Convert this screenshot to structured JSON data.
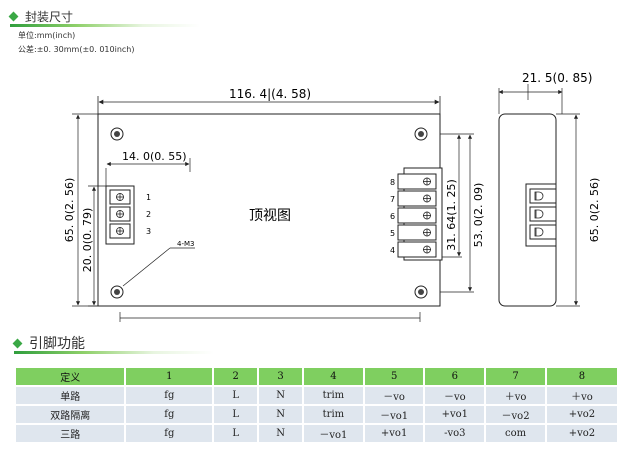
{
  "section1": {
    "title": "封装尺寸"
  },
  "specs": {
    "unit": "单位:mm(inch)",
    "tolerance": "公差:±0. 30mm(±0. 010inch)"
  },
  "drawing": {
    "top_view_label": "顶视图",
    "dim_width": "116. 4|(4. 58)",
    "dim_depth": "21. 5(0. 85)",
    "dim_pin_offset": "14. 0(0. 55)",
    "dim_height_left": "65. 0(2. 56)",
    "dim_height_right": "65. 0(2. 56)",
    "dim_pin_span_left": "20. 0(0. 79)",
    "dim_pin_span_right": "31. 64(1. 25)",
    "dim_hole_span": "53. 0(2. 09)",
    "mount_label": "4-M3",
    "left_pins": [
      "1",
      "2",
      "3"
    ],
    "right_pins": [
      "8",
      "7",
      "6",
      "5",
      "4"
    ]
  },
  "section2": {
    "title": "引脚功能"
  },
  "pin_table": {
    "header": [
      "定义",
      "1",
      "2",
      "3",
      "4",
      "5",
      "6",
      "7",
      "8"
    ],
    "rows": [
      [
        "单路",
        "fg",
        "L",
        "N",
        "trim",
        "－vo",
        "－vo",
        "＋vo",
        "＋vo"
      ],
      [
        "双路隔离",
        "fg",
        "L",
        "N",
        "trim",
        "－vo1",
        "+vo1",
        "－vo2",
        "+vo2"
      ],
      [
        "三路",
        "fg",
        "L",
        "N",
        "－vo1",
        "+vo1",
        "-vo3",
        "com",
        "+vo2"
      ]
    ]
  },
  "colors": {
    "accent": "#3aa845",
    "header_bg": "#7fcf60",
    "row_bg": "#dfe6ee"
  }
}
